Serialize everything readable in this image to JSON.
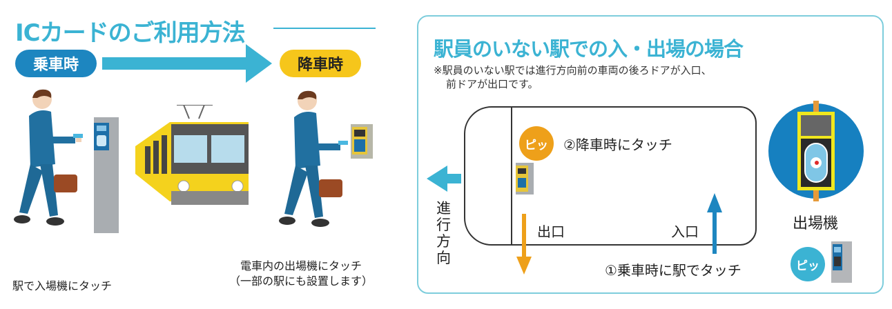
{
  "left": {
    "title": "ICカードのご利用方法",
    "boarding_label": "乗車時",
    "alighting_label": "降車時",
    "caption_boarding": "駅で入場機にタッチ",
    "caption_alighting_line1": "電車内の出場機にタッチ",
    "caption_alighting_line2": "（一部の駅にも設置します）",
    "colors": {
      "accent": "#3bb3d3",
      "boarding": "#1d86c0",
      "alighting": "#f6c61b"
    }
  },
  "right": {
    "title": "駅員のいない駅での入・出場の場合",
    "note_line1": "※駅員のいない駅では進行方向前の車両の後ろドアが入口、",
    "note_line2": "前ドアが出口です。",
    "beep": "ピッ",
    "step2": "②降車時にタッチ",
    "step1": "①乗車時に駅でタッチ",
    "exit_label": "出口",
    "entry_label": "入口",
    "direction_label": "進行方向",
    "machine_label": "出場機",
    "colors": {
      "border": "#7dcddc",
      "exit_arrow": "#eea01a",
      "entry_arrow": "#1d86c0",
      "disc": "#1680c0"
    }
  }
}
